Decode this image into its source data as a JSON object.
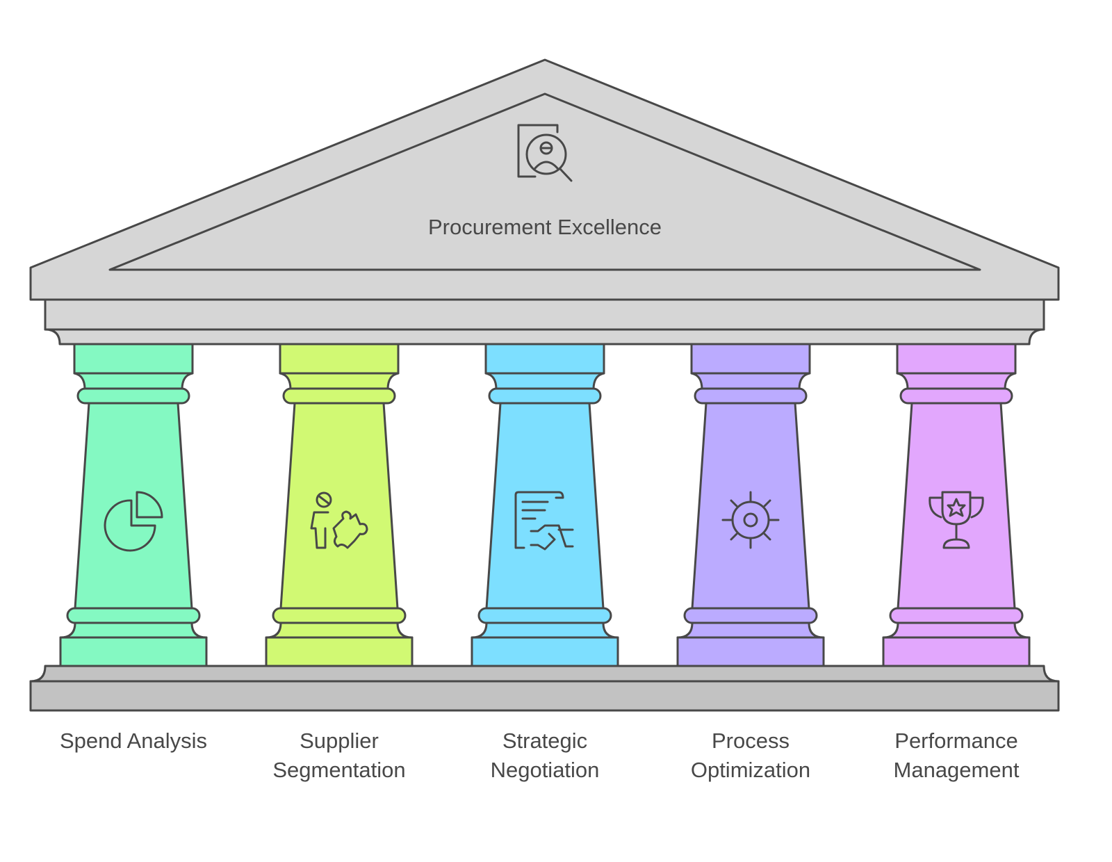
{
  "title": "Procurement Excellence",
  "title_icon": "document-person-search-icon",
  "colors": {
    "roof": "#D6D6D6",
    "base": "#C2C2C2",
    "stroke": "#484848"
  },
  "pillars": [
    {
      "line1": "Spend Analysis",
      "line2": "",
      "color": "#84F9C2",
      "icon": "pie-chart-icon"
    },
    {
      "line1": "Supplier",
      "line2": "Segmentation",
      "color": "#D1F973",
      "icon": "person-puzzle-icon"
    },
    {
      "line1": "Strategic",
      "line2": "Negotiation",
      "color": "#7DDFFF",
      "icon": "contract-handshake-icon"
    },
    {
      "line1": "Process",
      "line2": "Optimization",
      "color": "#BBABFF",
      "icon": "gear-icon"
    },
    {
      "line1": "Performance",
      "line2": "Management",
      "color": "#E2A7FD",
      "icon": "trophy-icon"
    }
  ]
}
